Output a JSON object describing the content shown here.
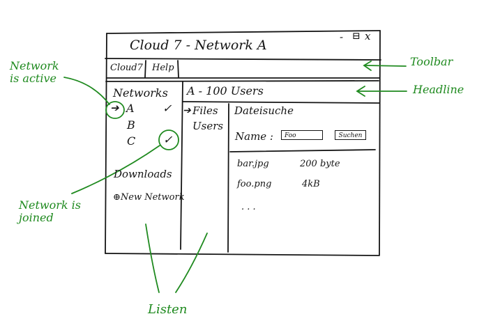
{
  "window": {
    "title": "Cloud 7 - Network A",
    "controls": {
      "minimize": "-",
      "maximize": "⊟",
      "close": "x"
    }
  },
  "menubar": {
    "items": [
      "Cloud7",
      "Help"
    ]
  },
  "sidebar": {
    "heading": "Networks",
    "networks": [
      {
        "name": "A",
        "active": true,
        "joined": true
      },
      {
        "name": "B",
        "active": false,
        "joined": false
      },
      {
        "name": "C",
        "active": false,
        "joined": true
      }
    ],
    "downloads_label": "Downloads",
    "new_network_label": "New Network"
  },
  "headline": {
    "text": "A - 100 Users"
  },
  "middle_list": {
    "items": [
      {
        "label": "Files",
        "selected": true
      },
      {
        "label": "Users",
        "selected": false
      }
    ]
  },
  "search": {
    "title": "Dateisuche",
    "name_label": "Name :",
    "name_value": "Foo",
    "search_button": "Suchen"
  },
  "files": [
    {
      "name": "bar.jpg",
      "size": "200 byte"
    },
    {
      "name": "foo.png",
      "size": "4kB"
    }
  ],
  "files_more": ". . .",
  "annotations": {
    "network_active": "Network is active",
    "network_joined": "Network is joined",
    "toolbar": "Toolbar",
    "headline": "Headline",
    "listen": "Listen"
  },
  "colors": {
    "annotation": "#1f8a1f",
    "ink": "#151515",
    "background": "#ffffff"
  }
}
